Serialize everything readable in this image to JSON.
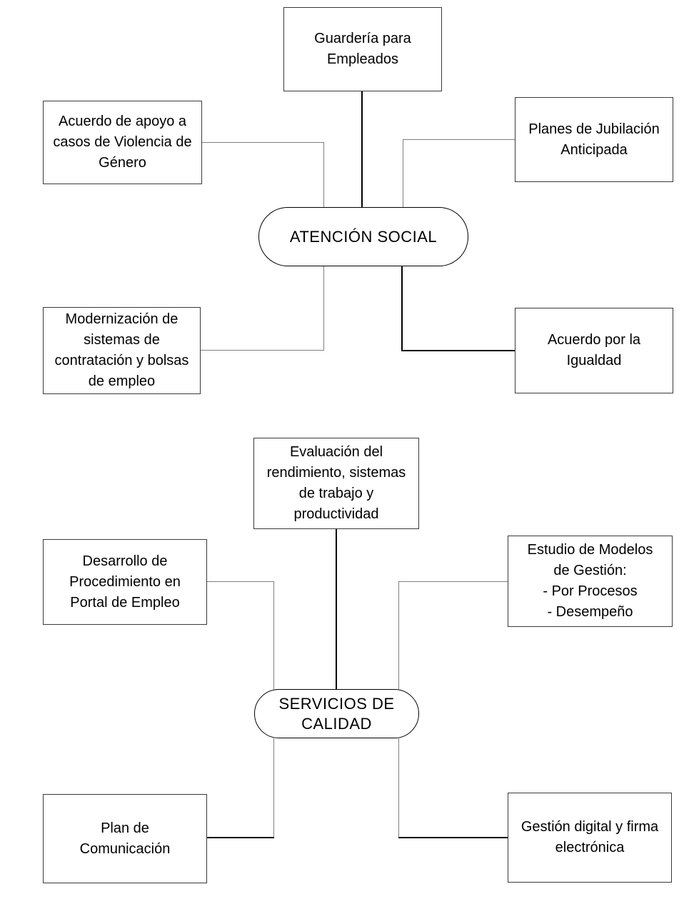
{
  "diagram": {
    "type": "concept-map",
    "language": "es",
    "background_color": "#ffffff",
    "text_color": "#000000",
    "box_border_color": "#3a3a3a",
    "stadium_border_color": "#000000",
    "connector_gray_color": "#808080",
    "connector_black_color": "#000000",
    "clusters": [
      {
        "center": "atencion_social",
        "branches": [
          "guarderia",
          "acuerdo_apoyo",
          "planes_jubilacion",
          "modernizacion",
          "acuerdo_igualdad"
        ]
      },
      {
        "center": "servicios_calidad",
        "branches": [
          "evaluacion",
          "desarrollo",
          "estudio",
          "plan_comunicacion",
          "gestion_digital"
        ]
      }
    ]
  },
  "nodes": {
    "guarderia": {
      "shape": "rect",
      "label": [
        "Guardería para",
        "Empleados"
      ]
    },
    "acuerdo_apoyo": {
      "shape": "rect",
      "label": [
        "Acuerdo de apoyo a",
        "casos de Violencia de",
        "Género"
      ]
    },
    "planes_jubilacion": {
      "shape": "rect",
      "label": [
        "Planes de Jubilación",
        "Anticipada"
      ]
    },
    "atencion_social": {
      "shape": "stadium",
      "label": "ATENCIÓN SOCIAL"
    },
    "modernizacion": {
      "shape": "rect",
      "label": [
        "Modernización de",
        "sistemas de",
        "contratación y bolsas",
        "de empleo"
      ]
    },
    "acuerdo_igualdad": {
      "shape": "rect",
      "label": [
        "Acuerdo por la",
        "Igualdad"
      ]
    },
    "evaluacion": {
      "shape": "rect",
      "label": [
        "Evaluación del",
        "rendimiento, sistemas",
        "de trabajo y",
        "productividad"
      ]
    },
    "desarrollo": {
      "shape": "rect",
      "label": [
        "Desarrollo de",
        "Procedimiento en",
        "Portal de Empleo"
      ]
    },
    "estudio": {
      "shape": "rect",
      "label": [
        "Estudio de Modelos",
        "de Gestión:",
        "- Por Procesos",
        "- Desempeño"
      ]
    },
    "servicios_calidad": {
      "shape": "stadium",
      "label": [
        "SERVICIOS DE",
        "CALIDAD"
      ]
    },
    "plan_comunicacion": {
      "shape": "rect",
      "label": [
        "Plan de",
        "Comunicación"
      ]
    },
    "gestion_digital": {
      "shape": "rect",
      "label": [
        "Gestión digital y firma",
        "electrónica"
      ]
    }
  },
  "edges": [
    {
      "from": "guarderia",
      "to": "atencion_social"
    },
    {
      "from": "acuerdo_apoyo",
      "to": "atencion_social"
    },
    {
      "from": "planes_jubilacion",
      "to": "atencion_social"
    },
    {
      "from": "modernizacion",
      "to": "atencion_social"
    },
    {
      "from": "acuerdo_igualdad",
      "to": "atencion_social"
    },
    {
      "from": "evaluacion",
      "to": "servicios_calidad"
    },
    {
      "from": "desarrollo",
      "to": "servicios_calidad"
    },
    {
      "from": "estudio",
      "to": "servicios_calidad"
    },
    {
      "from": "plan_comunicacion",
      "to": "servicios_calidad"
    },
    {
      "from": "gestion_digital",
      "to": "servicios_calidad"
    }
  ]
}
